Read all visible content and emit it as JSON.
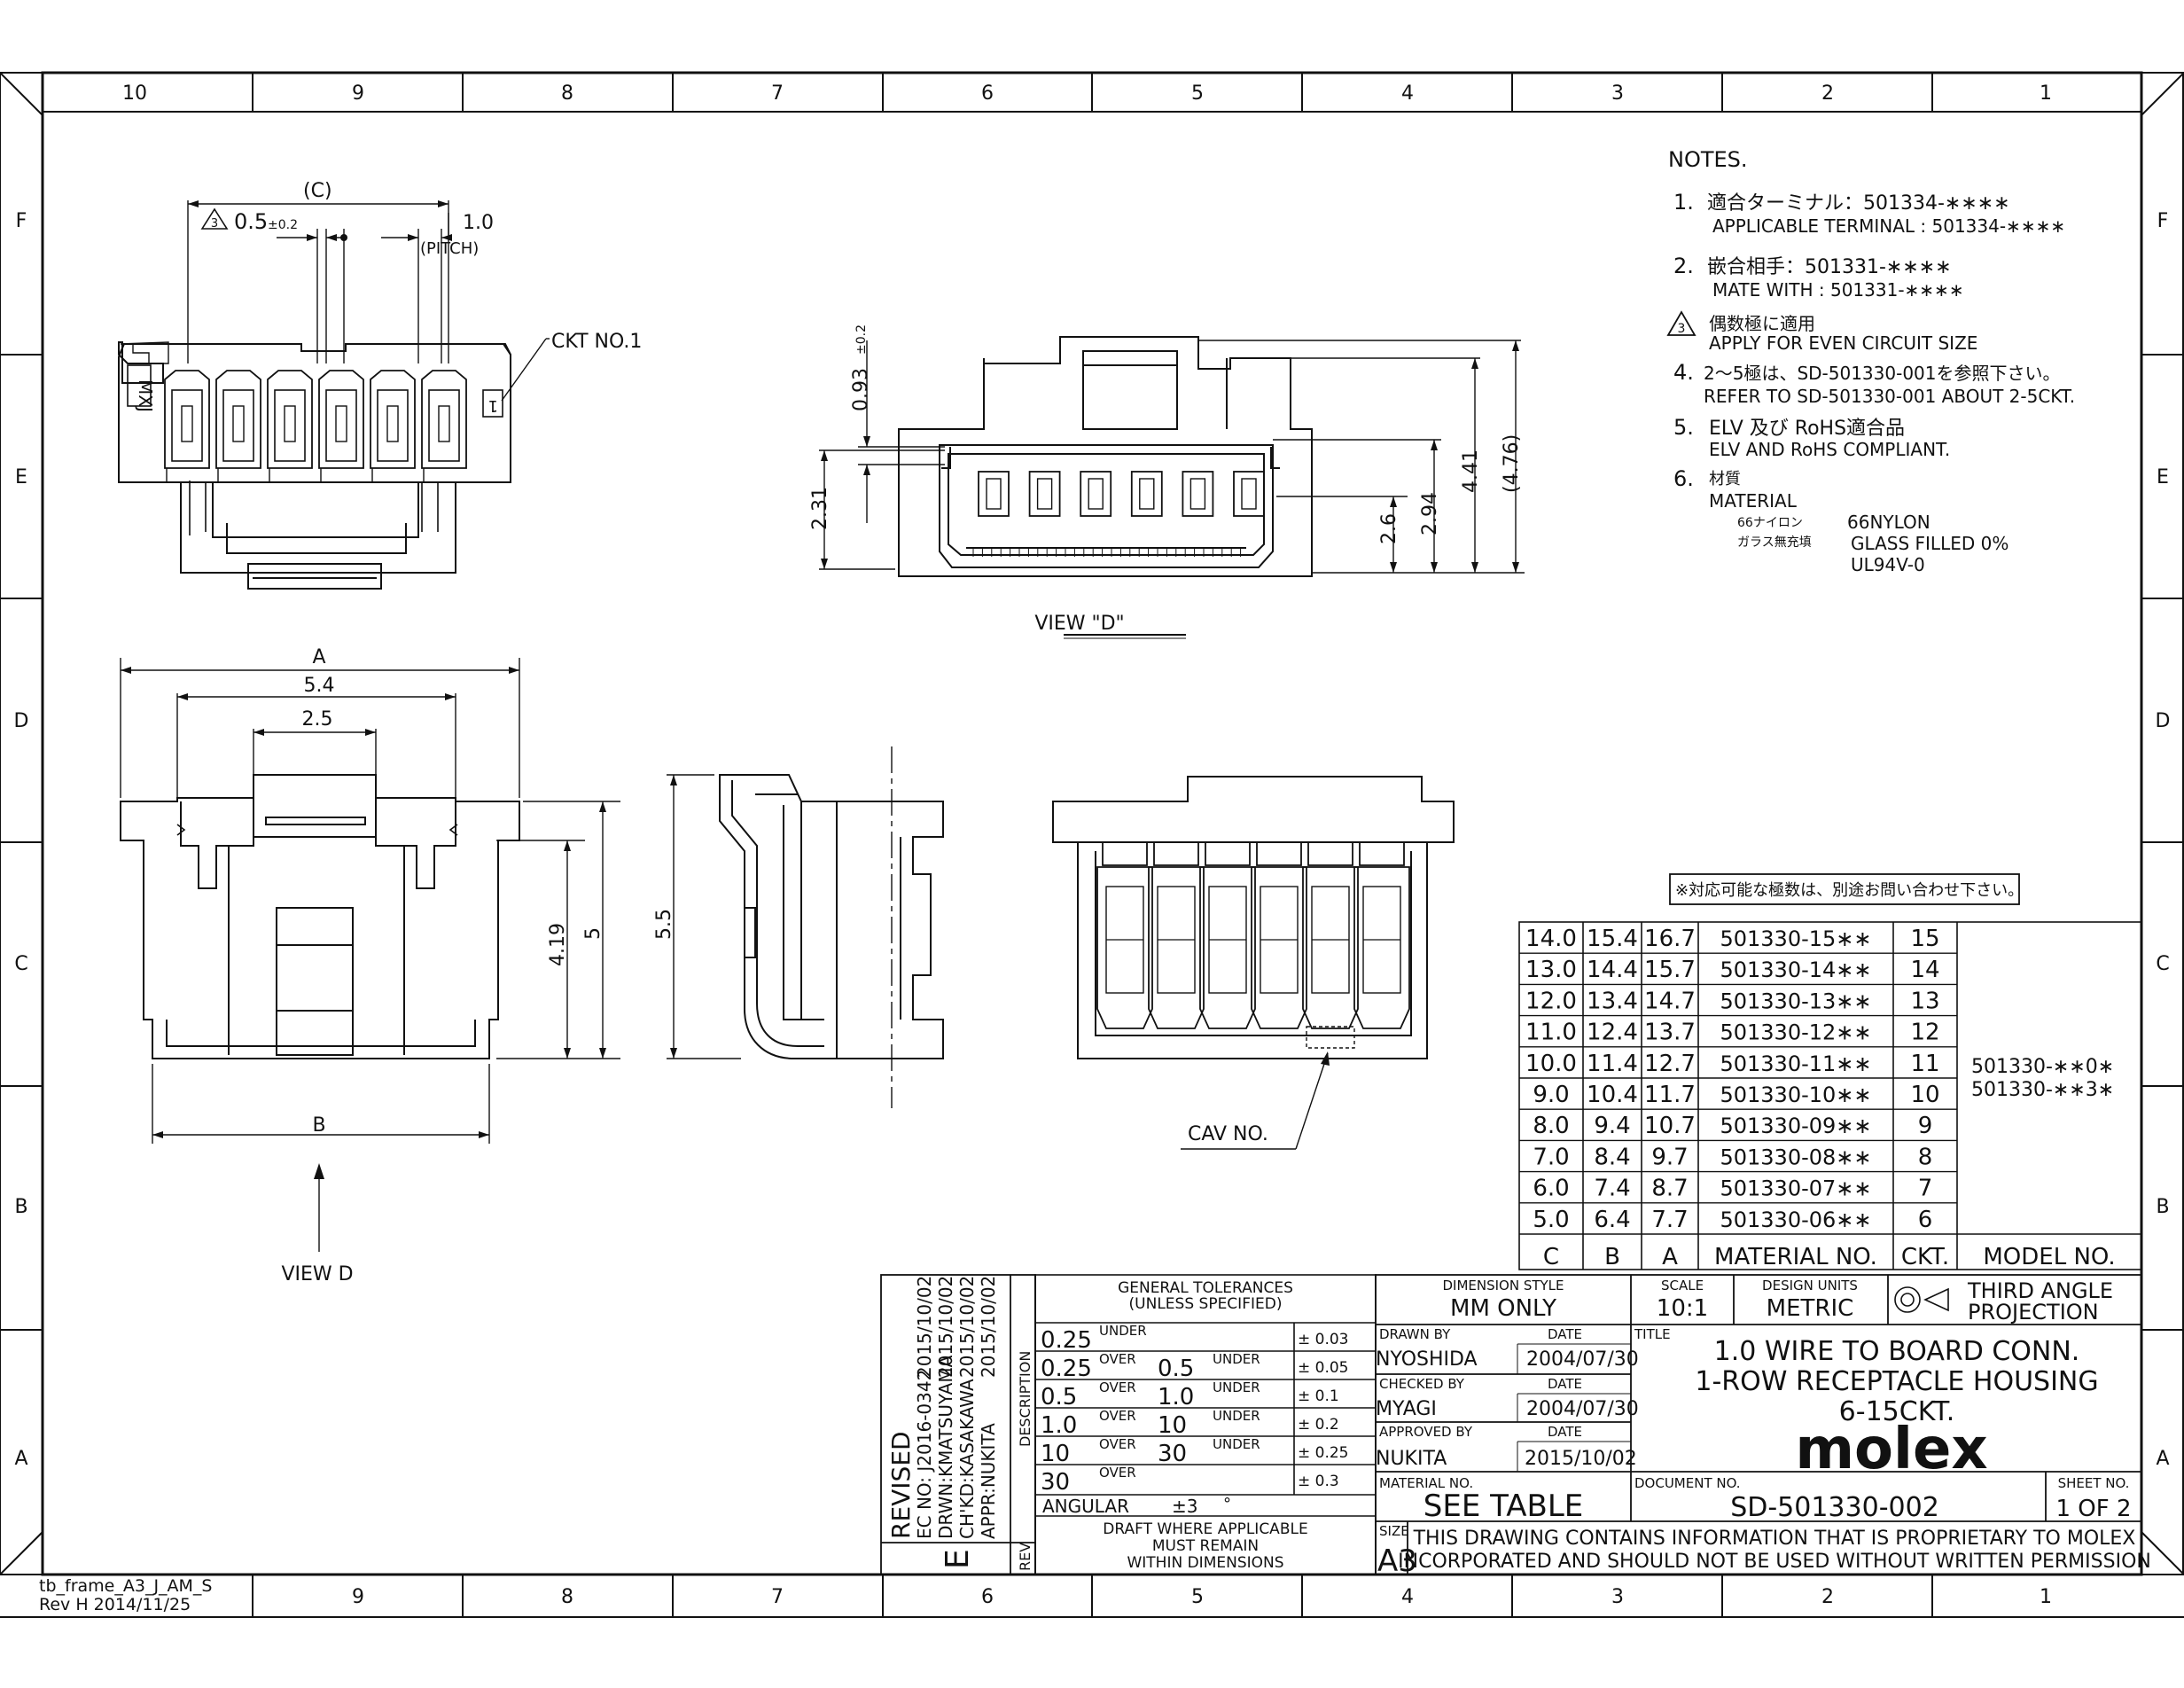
{
  "frame": {
    "col_labels": [
      "10",
      "9",
      "8",
      "7",
      "6",
      "5",
      "4",
      "3",
      "2",
      "1"
    ],
    "bottom_col_labels": [
      "9",
      "8",
      "7",
      "6",
      "5",
      "4",
      "3",
      "2",
      "1"
    ],
    "row_labels": [
      "F",
      "E",
      "D",
      "C",
      "B",
      "A"
    ],
    "frame_id": "tb_frame_A3_J_AM_S",
    "frame_rev": "Rev H 2014/11/25"
  },
  "notes": {
    "title": "NOTES.",
    "n1_no": "1.",
    "n1_jp": "適合ターミナル：501334-∗∗∗∗",
    "n1_en": "APPLICABLE TERMINAL : 501334-∗∗∗∗",
    "n2_no": "2.",
    "n2_jp": "嵌合相手：501331-∗∗∗∗",
    "n2_en": "MATE WITH : 501331-∗∗∗∗",
    "n3_no": "3",
    "n3_jp": "偶数極に適用",
    "n3_en": "APPLY FOR EVEN CIRCUIT SIZE",
    "n4_no": "4.",
    "n4_jp": "2～5極は、SD-501330-001を参照下さい。",
    "n4_en": "REFER TO SD-501330-001 ABOUT 2-5CKT.",
    "n5_no": "5.",
    "n5_jp": "ELV 及び RoHS適合品",
    "n5_en": "ELV AND RoHS COMPLIANT.",
    "n6_no": "6.",
    "n6_jp": "材質",
    "n6_en": "MATERIAL",
    "n6_a_jp": "66ナイロン",
    "n6_a_en": "66NYLON",
    "n6_b_jp": "ガラス無充填",
    "n6_b_en": "GLASS FILLED 0%",
    "n6_c_en": "UL94V-0"
  },
  "top_view": {
    "dim_c": "(C)",
    "tri_label": "3",
    "dim_05": "0.5",
    "dim_05_tol": "±0.2",
    "dim_pitch": "1.0",
    "pitch_label": "(PITCH)",
    "ckt_no1": "CKT NO.1",
    "mark_left": "MXJ",
    "mark_right": "1"
  },
  "view_d": {
    "label": "VIEW \"D\"",
    "dim_093": "0.93",
    "dim_093_tol": "±0.2",
    "dim_231": "2.31",
    "dim_26": "2.6",
    "dim_294": "2.94",
    "dim_441": "4.41",
    "dim_476": "(4.76)"
  },
  "front_view": {
    "dim_a": "A",
    "dim_54": "5.4",
    "dim_25": "2.5",
    "dim_b": "B",
    "dim_419": "4.19",
    "dim_5": "5",
    "view_d_arrow": "VIEW D"
  },
  "side_view": {
    "dim_55": "5.5"
  },
  "cav_label": "CAV NO.",
  "size_table": {
    "note": "※対応可能な極数は、別途お問い合わせ下さい。",
    "rows": [
      {
        "c": "14.0",
        "b": "15.4",
        "a": "16.7",
        "mat": "501330-15∗∗",
        "ckt": "15"
      },
      {
        "c": "13.0",
        "b": "14.4",
        "a": "15.7",
        "mat": "501330-14∗∗",
        "ckt": "14"
      },
      {
        "c": "12.0",
        "b": "13.4",
        "a": "14.7",
        "mat": "501330-13∗∗",
        "ckt": "13"
      },
      {
        "c": "11.0",
        "b": "12.4",
        "a": "13.7",
        "mat": "501330-12∗∗",
        "ckt": "12"
      },
      {
        "c": "10.0",
        "b": "11.4",
        "a": "12.7",
        "mat": "501330-11∗∗",
        "ckt": "11"
      },
      {
        "c": "9.0",
        "b": "10.4",
        "a": "11.7",
        "mat": "501330-10∗∗",
        "ckt": "10"
      },
      {
        "c": "8.0",
        "b": "9.4",
        "a": "10.7",
        "mat": "501330-09∗∗",
        "ckt": "9"
      },
      {
        "c": "7.0",
        "b": "8.4",
        "a": "9.7",
        "mat": "501330-08∗∗",
        "ckt": "8"
      },
      {
        "c": "6.0",
        "b": "7.4",
        "a": "8.7",
        "mat": "501330-07∗∗",
        "ckt": "7"
      },
      {
        "c": "5.0",
        "b": "6.4",
        "a": "7.7",
        "mat": "501330-06∗∗",
        "ckt": "6"
      }
    ],
    "model_1": "501330-∗∗0∗",
    "model_2": "501330-∗∗3∗",
    "h_c": "C",
    "h_b": "B",
    "h_a": "A",
    "h_mat": "MATERIAL NO.",
    "h_ckt": "CKT.",
    "h_model": "MODEL NO."
  },
  "revision": {
    "revised": "REVISED",
    "ec_no": "EC NO: J2016-0342",
    "drwn": "DRWN:KMATSUYAMA",
    "chkd": "CH'KD:KASAKAWA",
    "appr": "APPR:NUKITA",
    "date1": "2015/10/02",
    "date2": "2015/10/02",
    "date3": "2015/10/02",
    "rev_letter": "E",
    "description_label": "DESCRIPTION",
    "rev_label": "REV"
  },
  "tolerances": {
    "title1": "GENERAL TOLERANCES",
    "title2": "(UNLESS SPECIFIED)",
    "rows": [
      {
        "v1": "0.25",
        "w1": "UNDER",
        "v2": "",
        "w2": "",
        "tol": "± 0.03"
      },
      {
        "v1": "0.25",
        "w1": "OVER",
        "v2": "0.5",
        "w2": "UNDER",
        "tol": "± 0.05"
      },
      {
        "v1": "0.5",
        "w1": "OVER",
        "v2": "1.0",
        "w2": "UNDER",
        "tol": "± 0.1"
      },
      {
        "v1": "1.0",
        "w1": "OVER",
        "v2": "10",
        "w2": "UNDER",
        "tol": "± 0.2"
      },
      {
        "v1": "10",
        "w1": "OVER",
        "v2": "30",
        "w2": "UNDER",
        "tol": "± 0.25"
      },
      {
        "v1": "30",
        "w1": "OVER",
        "v2": "",
        "w2": "",
        "tol": "± 0.3"
      }
    ],
    "angular": "ANGULAR",
    "angular_val": "±3",
    "angular_unit": "°",
    "draft1": "DRAFT WHERE APPLICABLE",
    "draft2": "MUST REMAIN",
    "draft3": "WITHIN DIMENSIONS"
  },
  "title_block": {
    "dim_style_label": "DIMENSION STYLE",
    "dim_style": "MM ONLY",
    "scale_label": "SCALE",
    "scale": "10:1",
    "units_label": "DESIGN UNITS",
    "units": "METRIC",
    "projection1": "THIRD ANGLE",
    "projection2": "PROJECTION",
    "drawn_by_label": "DRAWN BY",
    "drawn_by": "NYOSHIDA",
    "date_label": "DATE",
    "drawn_date": "2004/07/30",
    "checked_by_label": "CHECKED BY",
    "checked_by": "MYAGI",
    "checked_date": "2004/07/30",
    "approved_by_label": "APPROVED BY",
    "approved_by": "NUKITA",
    "approved_date": "2015/10/02",
    "title_label": "TITLE",
    "title1": "1.0 WIRE TO BOARD CONN.",
    "title2": "1-ROW RECEPTACLE HOUSING",
    "title3": "6-15CKT.",
    "logo": "molex",
    "material_no_label": "MATERIAL NO.",
    "material_no": "SEE TABLE",
    "document_no_label": "DOCUMENT NO.",
    "document_no": "SD-501330-002",
    "sheet_no_label": "SHEET NO.",
    "sheet_no": "1 OF 2",
    "size_label": "SIZE",
    "size": "A3",
    "proprietary1": "THIS DRAWING CONTAINS INFORMATION THAT IS PROPRIETARY TO MOLEX",
    "proprietary2": "INCORPORATED AND SHOULD NOT BE USED WITHOUT WRITTEN PERMISSION"
  }
}
